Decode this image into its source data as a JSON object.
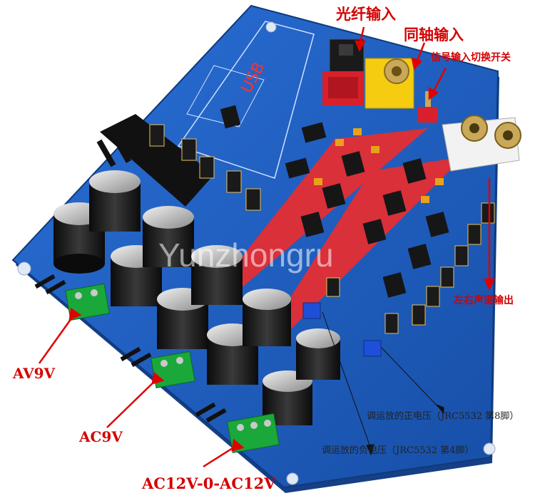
{
  "labels": {
    "optical": "光纤输入",
    "coaxial": "同轴输入",
    "switch": "信号输入切换开关",
    "lr_output": "左右声道输出",
    "av9v": "AV9V",
    "ac9v": "AC9V",
    "ac12v": "AC12V-0-AC12V",
    "pos_voltage": "调运放的正电压（JRC5532 第8脚）",
    "neg_voltage": "调运放的负电压（JRC5532 第4脚）"
  },
  "board_text": {
    "usb_marking": "USB",
    "watermark": "Yunzhongru"
  },
  "colors": {
    "pcb_blue": "#1f5fc4",
    "label_red": "#d40000",
    "arrow_red": "#e00000"
  }
}
